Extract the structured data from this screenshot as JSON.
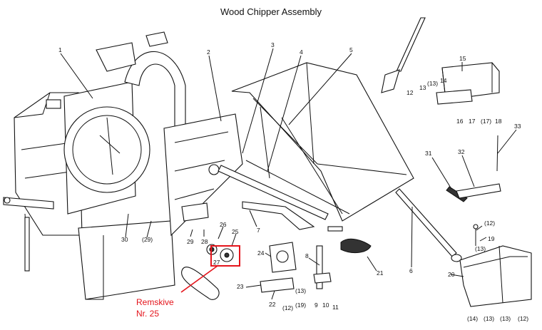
{
  "title": "Wood Chipper Assembly",
  "labels": [
    "1",
    "2",
    "3",
    "4",
    "5",
    "6",
    "7",
    "8",
    "9",
    "10",
    "11",
    "12",
    "(12)",
    "13",
    "(13)",
    "14",
    "(14)",
    "15",
    "16",
    "17",
    "(17)",
    "18",
    "19",
    "(19)",
    "20",
    "21",
    "22",
    "23",
    "24",
    "25",
    "26",
    "27",
    "28",
    "29",
    "(29)",
    "30",
    "31",
    "32",
    "33"
  ],
  "annotation": {
    "line1": "Remskive",
    "line2": "Nr. 25",
    "color": "#e4141b"
  }
}
